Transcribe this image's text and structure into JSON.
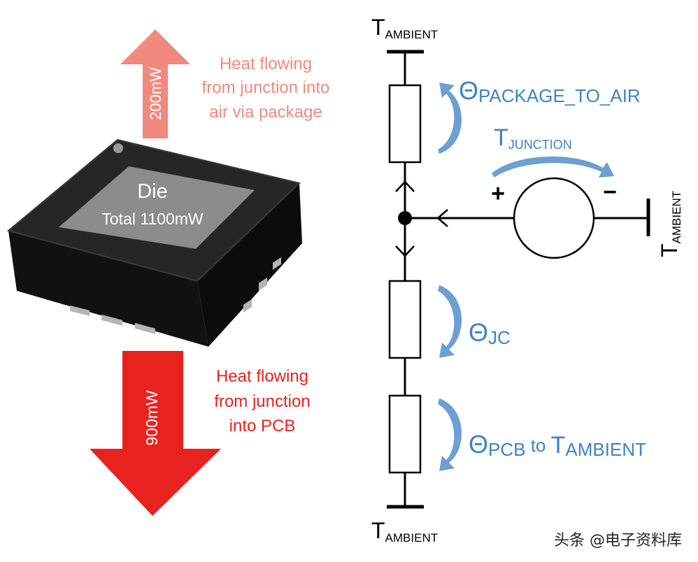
{
  "colors": {
    "light_red": "#f08a7e",
    "red": "#e8221e",
    "blue": "#3f83c3",
    "arrow_blue": "#6d9fd2",
    "line": "#000000",
    "chip_body": "#1c1c1c",
    "die": "#8c8c8c"
  },
  "package": {
    "die_label": "Die",
    "total_label": "Total 1100mW"
  },
  "up_arrow": {
    "power": "200mW",
    "caption": [
      "Heat flowing",
      "from junction into",
      "air via package"
    ]
  },
  "down_arrow": {
    "power": "900mW",
    "caption": [
      "Heat flowing",
      "from junction",
      "into PCB"
    ]
  },
  "circuit": {
    "t_main": "T",
    "t_ambient_sub": "AMBIENT",
    "theta": "Θ",
    "package_to_air_sub": "PACKAGE_TO_AIR",
    "junction_sub": "JUNCTION",
    "jc_sub": "JC",
    "pcb_sub": "PCB",
    "to_word": " to ",
    "plus": "+",
    "minus": "−"
  },
  "watermark": "头条 @电子资料库"
}
